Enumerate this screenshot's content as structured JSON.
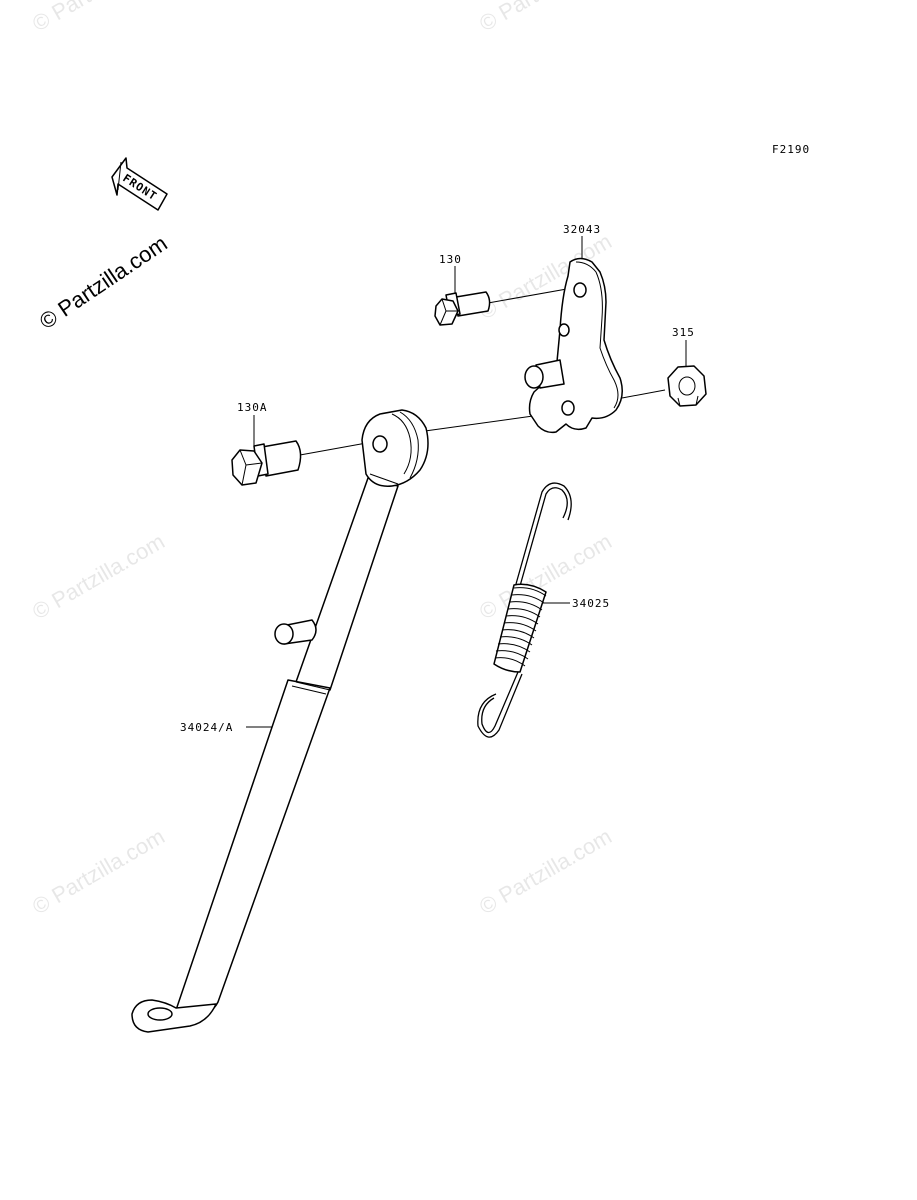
{
  "diagram": {
    "figure_code": "F2190",
    "front_label": "FRONT",
    "watermark_main": "© Partzilla.com",
    "watermark_tile": "© Partzilla.com",
    "parts": {
      "bolt_130": "130",
      "bracket_32043": "32043",
      "nut_315": "315",
      "bolt_130a": "130A",
      "spring_34025": "34025",
      "stand_34024a": "34024/A"
    }
  }
}
